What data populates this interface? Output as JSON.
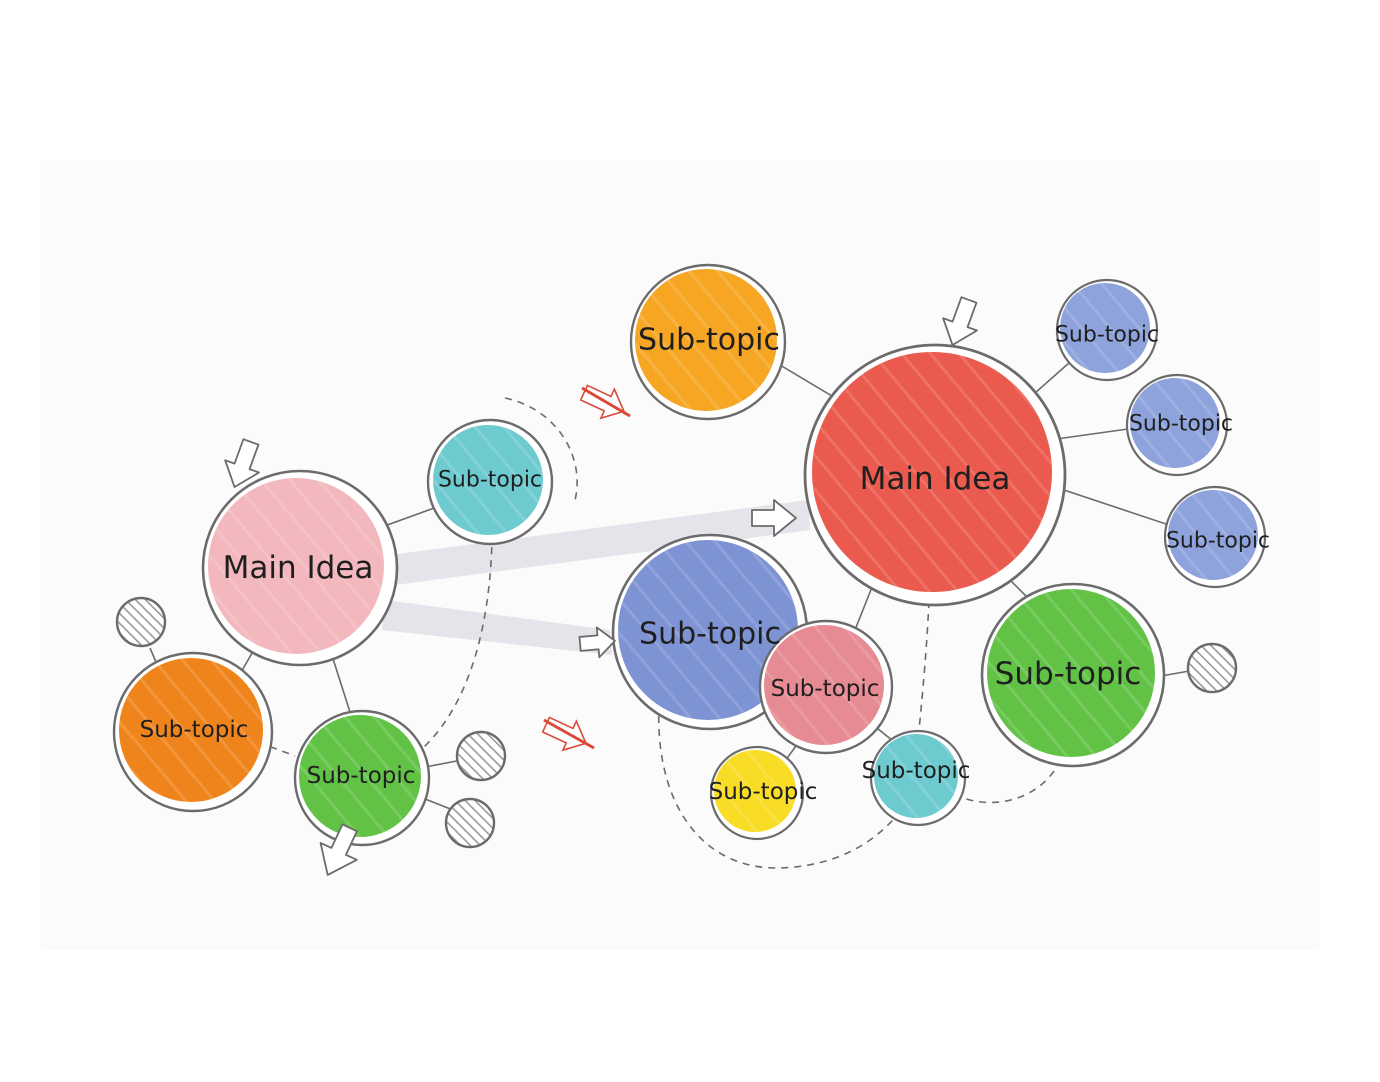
{
  "colors": {
    "pink_light": "#f2b8bd",
    "red": "#ea5a4e",
    "orange": "#f6a623",
    "orange_dark": "#f0841c",
    "teal": "#6dcbd0",
    "blue": "#7d93d4",
    "blue_light": "#8ea2dc",
    "green": "#62c246",
    "rose": "#e68a93",
    "yellow": "#f8dc25",
    "hatch_gray": "#9a9a9a",
    "blocked_red": "#d94a3a",
    "ring": "#6b6b6b"
  },
  "labels": {
    "main_left": "Main Idea",
    "main_right": "Main Idea",
    "teal_top": "Sub-topic",
    "orange_left": "Sub-topic",
    "green_left": "Sub-topic",
    "orange_top": "Sub-topic",
    "blue_big": "Sub-topic",
    "rose_mid": "Sub-topic",
    "yellow_small": "Sub-topic",
    "teal_small": "Sub-topic",
    "green_right": "Sub-topic",
    "blue_r1": "Sub-topic",
    "blue_r2": "Sub-topic",
    "blue_r3": "Sub-topic"
  },
  "icons": {
    "hollow_arrow": "hollow-arrow-icon",
    "blocked_arrow": "blocked-arrow-icon",
    "hatched_dot": "hatched-circle-icon"
  }
}
